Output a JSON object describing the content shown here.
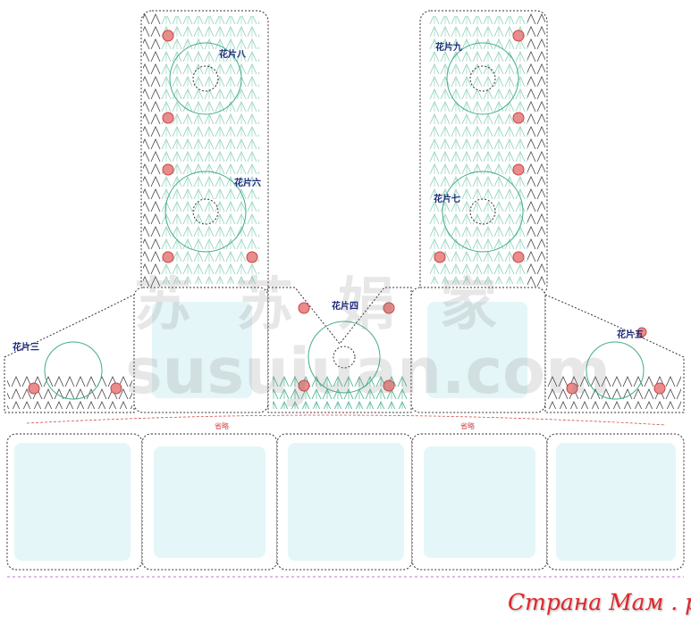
{
  "diagram": {
    "motif_labels": {
      "m8": "花片八",
      "m9": "花片九",
      "m6": "花片六",
      "m7": "花片七",
      "m4": "花片四",
      "m3": "花片三",
      "m5": "花片五"
    },
    "omitted_labels": [
      "省略",
      "省略"
    ],
    "colors": {
      "fill": "#e4f6f8",
      "stitch_green": "#3fae8a",
      "stitch_dark": "#333333",
      "flower_pink": "#e07a7a",
      "omit_line": "#d24a4a",
      "edge_purple": "#b77ac9",
      "label": "#1d2a7a"
    }
  },
  "watermarks": {
    "chinese": "苏 苏 娟 家",
    "latin": "susujuan.com"
  },
  "brand": {
    "text": "Страна Мам . ру"
  }
}
